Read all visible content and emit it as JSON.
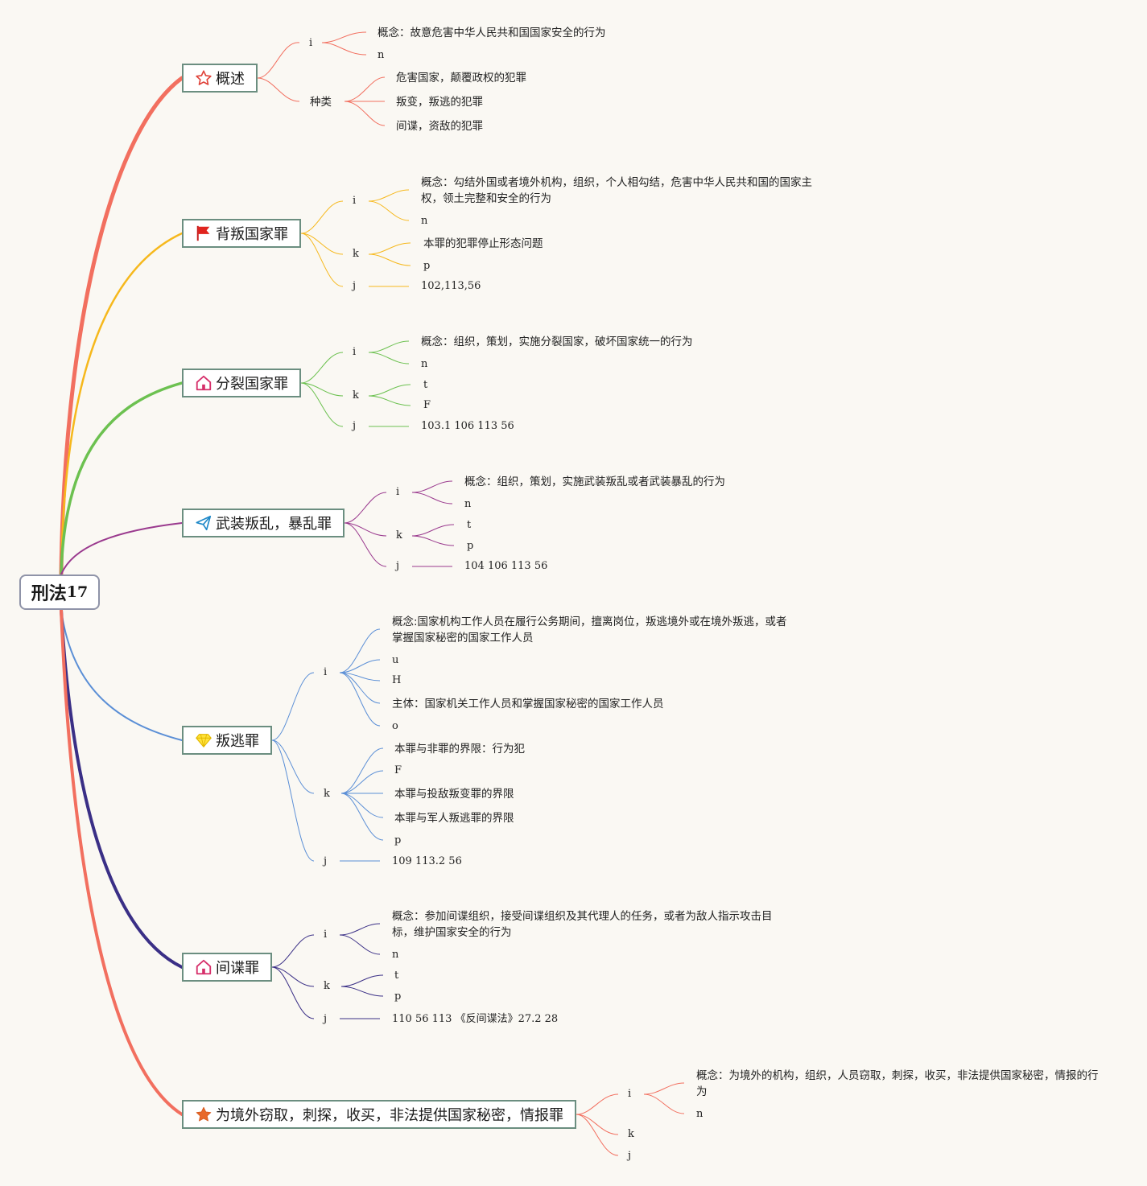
{
  "root": {
    "title": "刑法",
    "num": "17"
  },
  "b1": {
    "title": "概述",
    "i": "i",
    "concept": "概念：故意危害中华人民共和国国家安全的行为",
    "n": "n",
    "kinds": "种类",
    "k1": "危害国家，颠覆政权的犯罪",
    "k2": "叛变，叛逃的犯罪",
    "k3": "间谍，资敌的犯罪"
  },
  "b2": {
    "title": "背叛国家罪",
    "i": "i",
    "concept": "概念：勾结外国或者境外机构，组织，个人相勾结，危害中华人民共和国的国家主权，领土完整和安全的行为",
    "n": "n",
    "k": "k",
    "stop": "本罪的犯罪停止形态问题",
    "p": "p",
    "j": "j",
    "law": "102,113,56"
  },
  "b3": {
    "title": "分裂国家罪",
    "i": "i",
    "concept": "概念：组织，策划，实施分裂国家，破坏国家统一的行为",
    "n": "n",
    "k": "k",
    "t": "t",
    "F": "F",
    "j": "j",
    "law": "103.1 106 113 56"
  },
  "b4": {
    "title": "武装叛乱，暴乱罪",
    "i": "i",
    "concept": "概念：组织，策划，实施武装叛乱或者武装暴乱的行为",
    "n": "n",
    "k": "k",
    "t": "t",
    "p": "p",
    "j": "j",
    "law": "104 106 113 56"
  },
  "b5": {
    "title": "叛逃罪",
    "i": "i",
    "concept": "概念:国家机构工作人员在履行公务期间，擅离岗位，叛逃境外或在境外叛逃，或者掌握国家秘密的国家工作人员",
    "u": "u",
    "H": "H",
    "subject": "主体：国家机关工作人员和掌握国家秘密的国家工作人员",
    "o": "o",
    "k": "k",
    "c1": "本罪与非罪的界限：行为犯",
    "F": "F",
    "c2": "本罪与投敌叛变罪的界限",
    "c3": "本罪与军人叛逃罪的界限",
    "p": "p",
    "j": "j",
    "law": "109 113.2 56"
  },
  "b6": {
    "title": "间谍罪",
    "i": "i",
    "concept": "概念：参加间谍组织，接受间谍组织及其代理人的任务，或者为敌人指示攻击目标，维护国家安全的行为",
    "n": "n",
    "k": "k",
    "t": "t",
    "p": "p",
    "j": "j",
    "law": "110 56 113 《反间谍法》27.2 28"
  },
  "b7": {
    "title": "为境外窃取，刺探，收买，非法提供国家秘密，情报罪",
    "i": "i",
    "concept": "概念：为境外的机构，组织，人员窃取，刺探，收买，非法提供国家秘密，情报的行为",
    "n": "n",
    "k": "k",
    "j": "j"
  },
  "colors": {
    "b1": "#f26f5f",
    "b2": "#f6b81c",
    "b3": "#6cc150",
    "b4": "#9a3a8e",
    "b5": "#5b8fd6",
    "b6": "#3a2f86",
    "b7": "#f26f5f",
    "node_border": "#6b8e80"
  },
  "icons": {
    "b1": "star-outline-icon",
    "b2": "red-flag-icon",
    "b3": "house-icon",
    "b4": "paper-plane-icon",
    "b5": "diamond-icon",
    "b6": "house-icon",
    "b7": "orange-star-icon"
  }
}
